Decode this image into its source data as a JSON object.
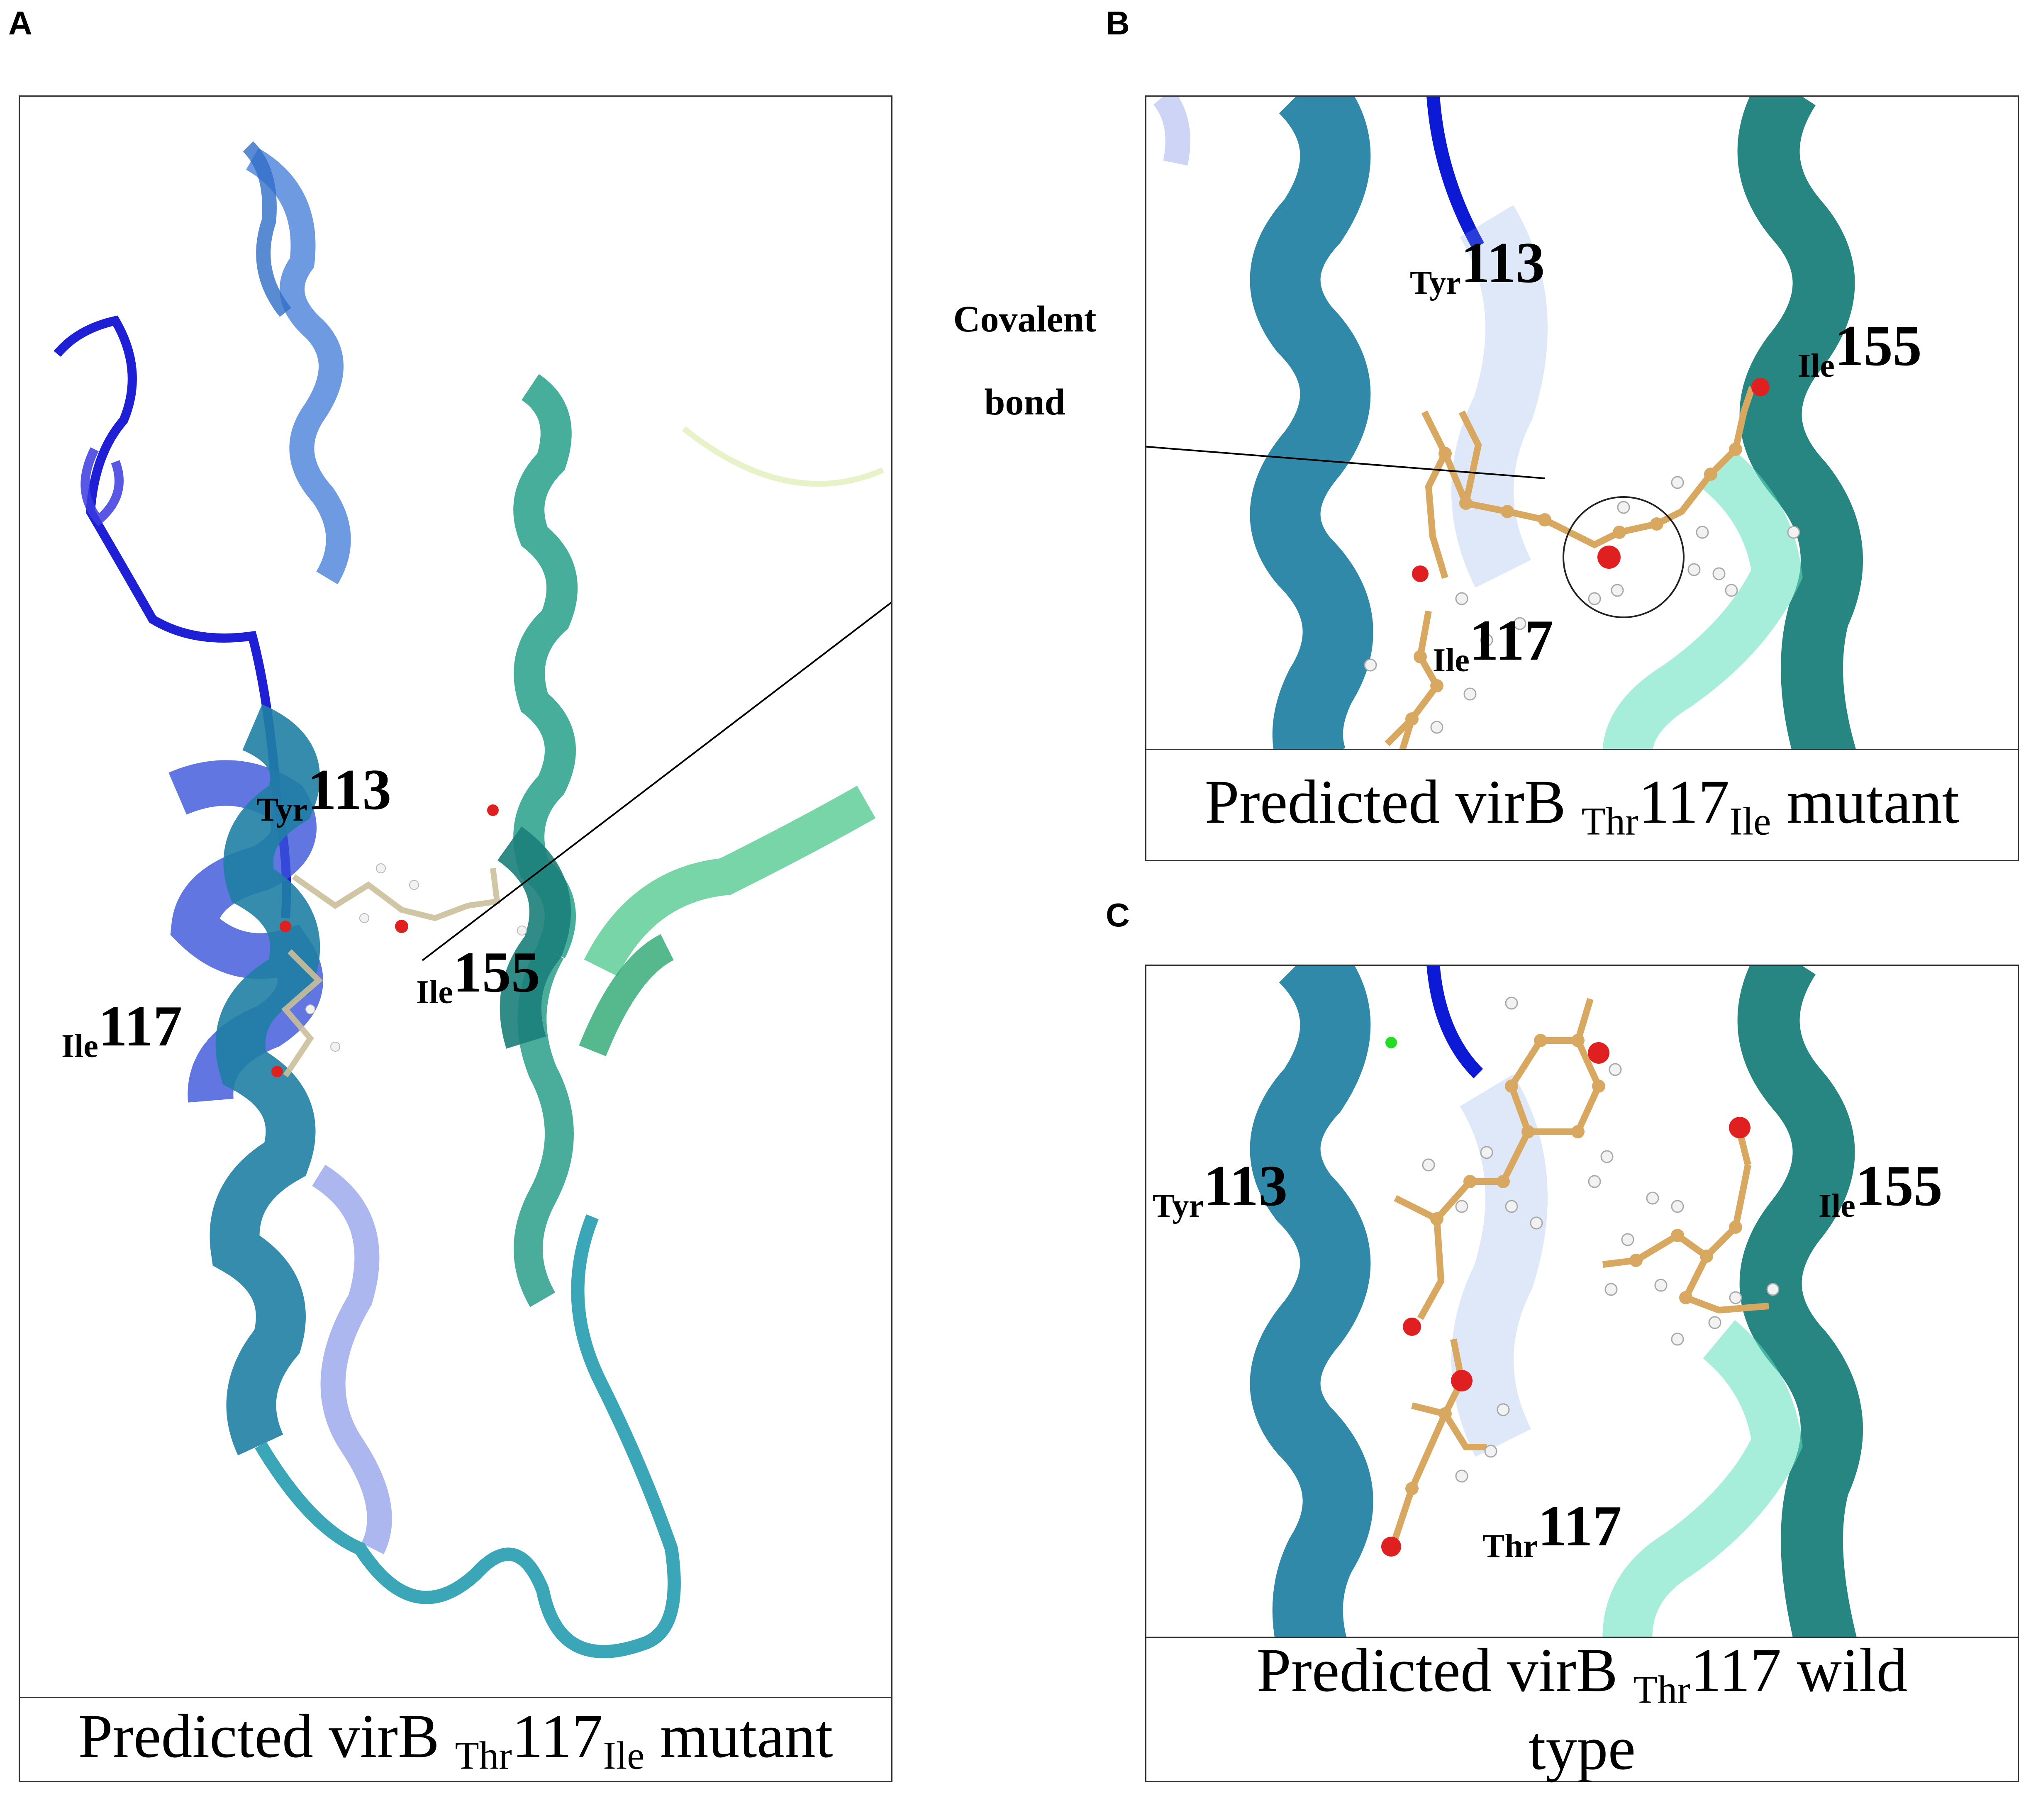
{
  "panels": {
    "a": {
      "letter": "A",
      "caption_pre": "Predicted virB ",
      "caption_sub1": "Thr",
      "caption_mid": "117",
      "caption_sub2": "Ile",
      "caption_post": " mutant",
      "labels": {
        "tyr": {
          "prefix": "Tyr",
          "num": "113"
        },
        "ile117": {
          "prefix": "Ile",
          "num": "117"
        },
        "ile155": {
          "prefix": "Ile",
          "num": "155"
        }
      }
    },
    "b": {
      "letter": "B",
      "caption_pre": "Predicted virB ",
      "caption_sub1": "Thr",
      "caption_mid": "117",
      "caption_sub2": "Ile",
      "caption_post": " mutant",
      "labels": {
        "tyr": {
          "prefix": "Tyr",
          "num": "113"
        },
        "ile155": {
          "prefix": "Ile",
          "num": "155"
        },
        "ile117": {
          "prefix": "Ile",
          "num": "117"
        }
      }
    },
    "c": {
      "letter": "C",
      "caption_pre": "Predicted virB ",
      "caption_sub1": "Thr",
      "caption_mid": "117 wild",
      "caption_line2": "type",
      "labels": {
        "tyr": {
          "prefix": "Tyr",
          "num": "113"
        },
        "ile155": {
          "prefix": "Ile",
          "num": "155"
        },
        "thr117": {
          "prefix": "Thr",
          "num": "117"
        }
      }
    }
  },
  "annotation": {
    "line1": "Covalent",
    "line2": "bond"
  },
  "colors": {
    "helix_teal": "#1f7fa3",
    "helix_dark_teal": "#1b7f7a",
    "coil_blue": "#1f1fd6",
    "helix_blue": "#3a54d8",
    "helix_green": "#2fbf7a",
    "carbon": "#d8a860",
    "oxygen": "#e02020",
    "hydrogen": "#f2f2f2"
  }
}
